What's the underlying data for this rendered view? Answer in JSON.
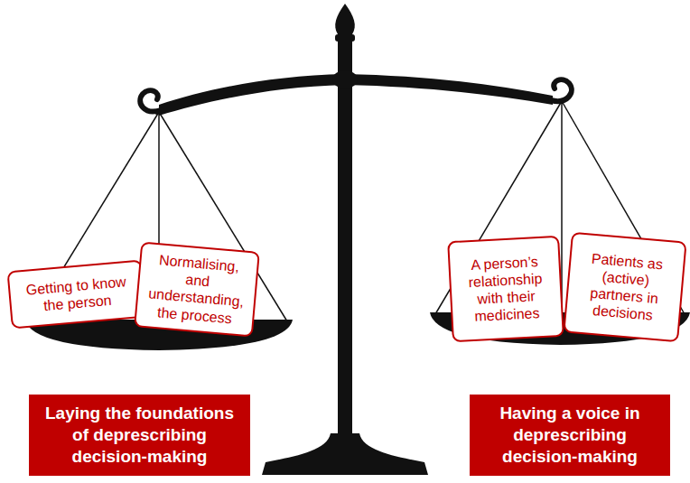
{
  "diagram": {
    "nodes": [
      {
        "text": [
          "Getting to know the person"
        ]
      },
      {
        "text": [
          "Normalising, and understanding, the process"
        ]
      },
      {
        "text": [
          "A person’s relationship with their medicines"
        ]
      },
      {
        "text": [
          "Patients as (active) partners in decisions"
        ]
      },
      {
        "text": [
          "Laying the foundations of deprescribing decision-making"
        ]
      },
      {
        "text": [
          "Having a voice in deprescribing decision-making"
        ]
      }
    ]
  }
}
